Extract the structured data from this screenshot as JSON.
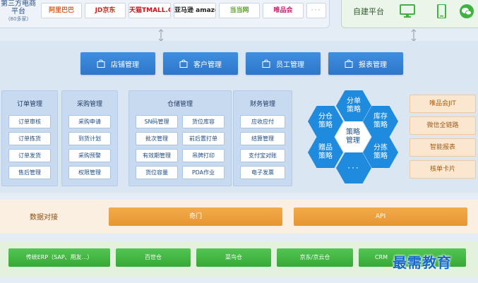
{
  "top": {
    "third_party_label": "第三方电商平台",
    "third_party_count": "(80多家)",
    "logos": [
      {
        "text": "阿里巴巴",
        "color": "#e45c1e"
      },
      {
        "text": "JD京东",
        "color": "#d7251d"
      },
      {
        "text": "天猫TMALL.COM",
        "color": "#c7121b"
      },
      {
        "text": "亚马逊 amazon.cn",
        "color": "#222222"
      },
      {
        "text": "当当网",
        "color": "#5aa02c"
      },
      {
        "text": "唯品会",
        "color": "#cc1d70"
      }
    ],
    "logos_more": "···",
    "self_platform_label": "自建平台",
    "devices": [
      "monitor-icon",
      "phone-icon",
      "wechat-icon"
    ]
  },
  "management_buttons": [
    "店铺管理",
    "客户管理",
    "员工管理",
    "报表管理"
  ],
  "modules": {
    "order": {
      "title": "订单管理",
      "items": [
        "订单审核",
        "订单拣货",
        "订单发货",
        "售后管理"
      ]
    },
    "purchase": {
      "title": "采购管理",
      "items": [
        "采购申请",
        "到货计划",
        "采购预警",
        "权限管理"
      ]
    },
    "warehouse": {
      "title": "仓储管理",
      "items": [
        "SN码管理",
        "货位库容",
        "批次管理",
        "前后置打单",
        "有效期管理",
        "吊牌打印",
        "货位容量",
        "PDA作业"
      ]
    },
    "finance": {
      "title": "财务管理",
      "items": [
        "应收应付",
        "结算管理",
        "支付宝对账",
        "电子发票"
      ]
    }
  },
  "strategies": {
    "center": "策略\n管理",
    "split_order": "分单\n策略",
    "split_warehouse": "分仓\n策略",
    "inventory": "库存\n策略",
    "gift": "赠品\n策略",
    "split_pick": "分拣\n策略",
    "more": "···"
  },
  "right_items": [
    "唯品会JIT",
    "微信全链路",
    "智能报表",
    "核单卡片"
  ],
  "data_connection": {
    "label": "数据对接",
    "qimen": "奇门",
    "api": "API"
  },
  "bottom_buttons": [
    "传统ERP（SAP、用友...）",
    "百世仓",
    "菜鸟仓",
    "京东/京云仓",
    "CRM"
  ],
  "watermark": "最需教育",
  "colors": {
    "accent_blue": "#2e76c9",
    "hex_blue": "#1f8bdf",
    "orange": "#e79630",
    "green": "#35a835"
  }
}
